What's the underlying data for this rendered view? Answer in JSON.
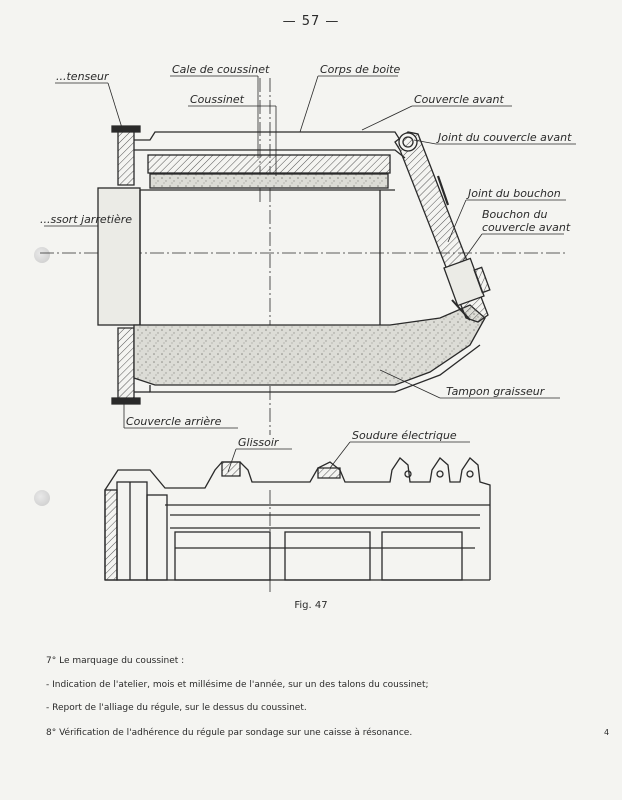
{
  "page_number": "— 57 —",
  "labels": {
    "tenseur": "...tenseur",
    "cale_de_coussinet": "Cale de coussinet",
    "corps_de_boite": "Corps de boite",
    "coussinet": "Coussinet",
    "couvercle_avant": "Couvercle avant",
    "joint_du_couvercle_avant": "Joint du couvercle avant",
    "joint_du_bouchon": "Joint du bouchon",
    "bouchon_du_couvercle_avant": [
      "Bouchon du",
      "couvercle avant"
    ],
    "ressort_jarretiere": "...ssort jarretière",
    "tampon_graisseur": "Tampon graisseur",
    "couvercle_arriere": "Couvercle arrière",
    "glissoir": "Glissoir",
    "soudure_electrique": "Soudure électrique"
  },
  "caption": "Fig. 47",
  "text_lines": [
    "7° Le marquage du coussinet :",
    "- Indication de l'atelier, mois et millésime de l'année, sur un des talons du coussinet;",
    "- Report de l'alliage du régule, sur le dessus du coussinet.",
    "8° Vérification de l'adhérence du régule par sondage sur une caisse à résonance."
  ],
  "stray_mark": "4"
}
